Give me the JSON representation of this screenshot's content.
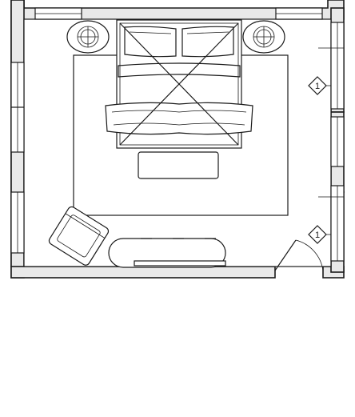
{
  "diagram": {
    "type": "floor-plan",
    "room": "bedroom",
    "colors": {
      "line": "#1a1a1a",
      "wall": "#e9e9e9",
      "background": "#ffffff"
    },
    "tags": [
      {
        "id": "window-tag-upper",
        "label": "1"
      },
      {
        "id": "window-tag-lower",
        "label": "1"
      }
    ]
  }
}
